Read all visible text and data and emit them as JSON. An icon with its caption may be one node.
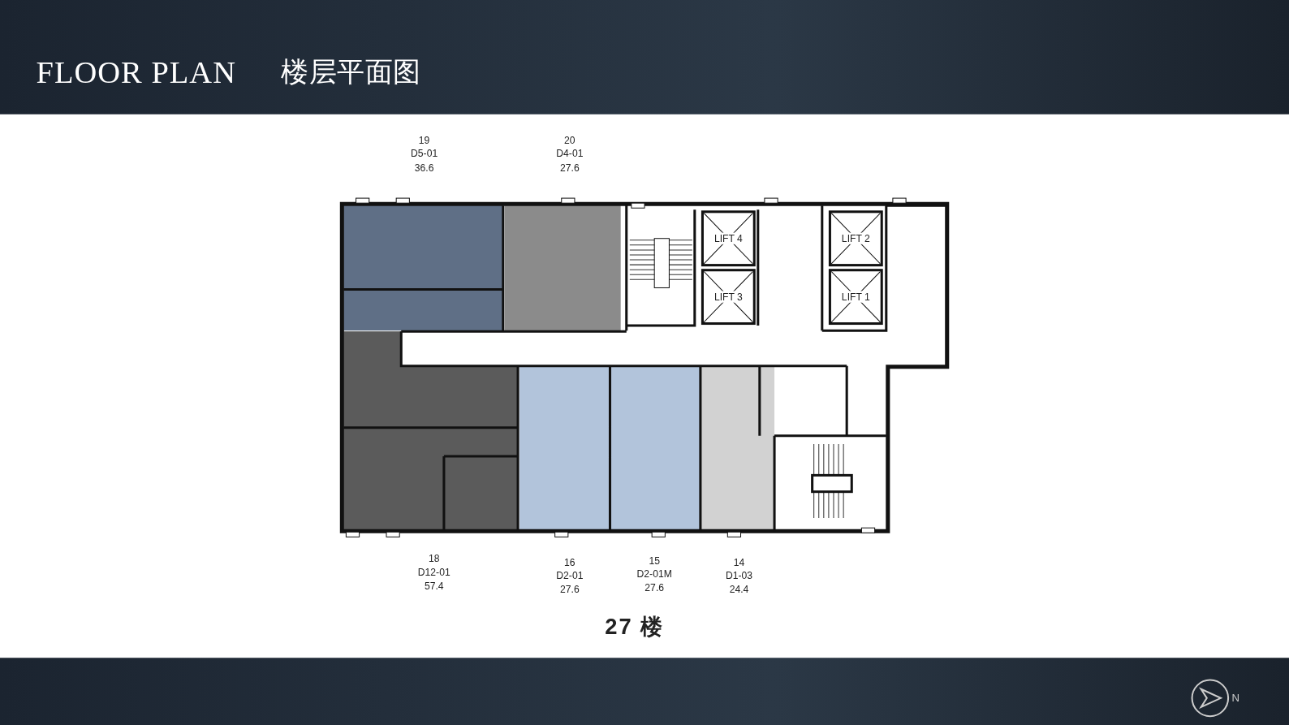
{
  "diagram": {
    "title": "FLOOR PLAN",
    "caption": "27 楼",
    "nodes": [
      {
        "text": [
          "LIFT 4"
        ]
      },
      {
        "text": [
          "LIFT 3"
        ]
      },
      {
        "text": [
          "LIFT 2"
        ]
      },
      {
        "text": [
          "LIFT 1"
        ]
      }
    ],
    "labels": [
      "楼层平面图",
      "19",
      "D5-01",
      "36.6",
      "20",
      "D4-01",
      "27.6",
      "18",
      "D12-01",
      "57.4",
      "16",
      "D2-01",
      "27.6",
      "15",
      "D2-01M",
      "27.6",
      "14",
      "D1-03",
      "24.4",
      "N"
    ]
  }
}
